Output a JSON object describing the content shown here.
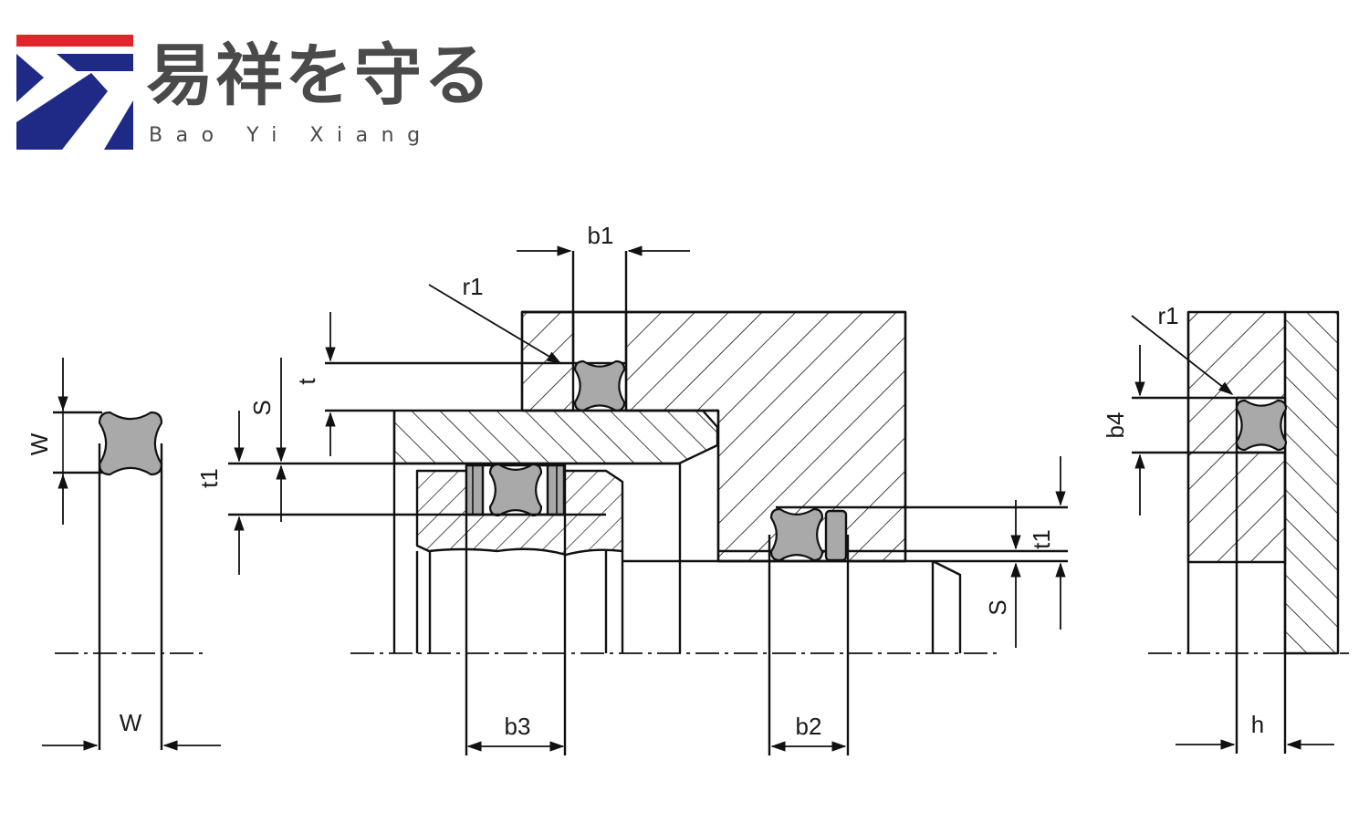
{
  "brand": {
    "title": "易祥を守る",
    "subtitle": "Bao Yi Xiang",
    "colors": {
      "red": "#e0262b",
      "blue": "#1f2a87",
      "text": "#4a4a4a"
    }
  },
  "drawing": {
    "colors": {
      "line": "#111111",
      "seal_fill": "#a9a9a9"
    },
    "labels": {
      "w_top": "W",
      "w_bottom": "W",
      "b1": "b1",
      "r1_main": "r1",
      "t": "t",
      "s_left": "S",
      "t1_left": "t1",
      "b3": "b3",
      "b2": "b2",
      "t1_right": "t1",
      "s_right": "S",
      "r1_right": "r1",
      "b4": "b4",
      "h": "h"
    }
  }
}
